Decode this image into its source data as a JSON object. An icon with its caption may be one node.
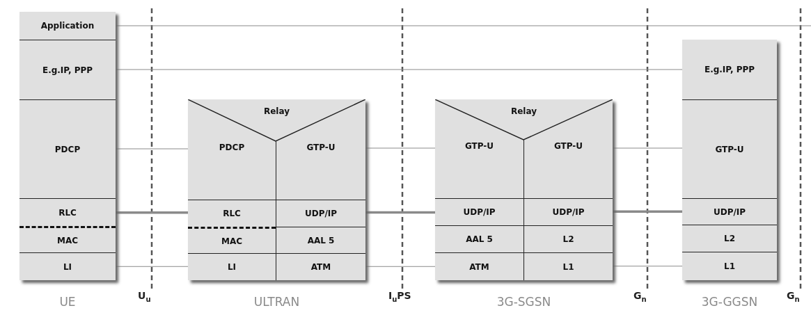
{
  "diagram": {
    "nodes": [
      {
        "text": [],
        "shape": "box",
        "beside": [
          "UE"
        ]
      },
      {
        "text": [
          "Application"
        ],
        "in": 0
      },
      {
        "text": [
          "E.g.IP, PPP"
        ],
        "in": 0
      },
      {
        "text": [
          "PDCP"
        ],
        "in": 0
      },
      {
        "text": [
          "RLC"
        ],
        "in": 0
      },
      {
        "text": [
          "MAC"
        ],
        "in": 0
      },
      {
        "text": [
          "LI"
        ],
        "in": 0
      },
      {
        "text": [],
        "shape": "box",
        "beside": [
          "ULTRAN"
        ]
      },
      {
        "text": [
          "Relay"
        ],
        "in": 7
      },
      {
        "text": [
          "PDCP"
        ],
        "in": 7
      },
      {
        "text": [
          "GTP-U"
        ],
        "in": 7
      },
      {
        "text": [
          "RLC"
        ],
        "in": 7
      },
      {
        "text": [
          "UDP/IP"
        ],
        "in": 7
      },
      {
        "text": [
          "MAC"
        ],
        "in": 7
      },
      {
        "text": [
          "AAL 5"
        ],
        "in": 7
      },
      {
        "text": [
          "LI"
        ],
        "in": 7
      },
      {
        "text": [
          "ATM"
        ],
        "in": 7
      },
      {
        "text": [],
        "shape": "box",
        "beside": [
          "3G-SGSN"
        ]
      },
      {
        "text": [
          "Relay"
        ],
        "in": 17
      },
      {
        "text": [
          "GTP-U"
        ],
        "in": 17
      },
      {
        "text": [
          "GTP-U"
        ],
        "in": 17
      },
      {
        "text": [
          "UDP/IP"
        ],
        "in": 17
      },
      {
        "text": [
          "UDP/IP"
        ],
        "in": 17
      },
      {
        "text": [
          "AAL 5"
        ],
        "in": 17
      },
      {
        "text": [
          "L2"
        ],
        "in": 17
      },
      {
        "text": [
          "ATM"
        ],
        "in": 17
      },
      {
        "text": [
          "L1"
        ],
        "in": 17
      },
      {
        "text": [],
        "shape": "box",
        "beside": [
          "3G-GGSN"
        ]
      },
      {
        "text": [
          "E.g.IP, PPP"
        ],
        "in": 27
      },
      {
        "text": [
          "GTP-U"
        ],
        "in": 27
      },
      {
        "text": [
          "UDP/IP"
        ],
        "in": 27
      },
      {
        "text": [
          "L2"
        ],
        "in": 27
      },
      {
        "text": [
          "L1"
        ],
        "in": 27
      }
    ],
    "edges": [
      {
        "from": 1,
        "to": null,
        "arrow": "none"
      },
      {
        "from": 2,
        "to": 28,
        "arrow": "none"
      },
      {
        "from": 3,
        "to": 9,
        "arrow": "none"
      },
      {
        "from": 10,
        "to": 19,
        "arrow": "none"
      },
      {
        "from": 20,
        "to": 29,
        "arrow": "none"
      },
      {
        "from": 4,
        "to": 11,
        "arrow": "none",
        "style": "thick"
      },
      {
        "from": 12,
        "to": 21,
        "arrow": "none",
        "style": "thick"
      },
      {
        "from": 22,
        "to": 30,
        "arrow": "none",
        "style": "thick"
      },
      {
        "from": 6,
        "to": 15,
        "arrow": "none"
      },
      {
        "from": 16,
        "to": 25,
        "arrow": "none"
      },
      {
        "from": 26,
        "to": 32,
        "arrow": "none"
      }
    ],
    "labels": [
      "U$_{u}$",
      "I$_{u}$PS",
      "G$_{n}$",
      "G$_{n}$"
    ]
  }
}
